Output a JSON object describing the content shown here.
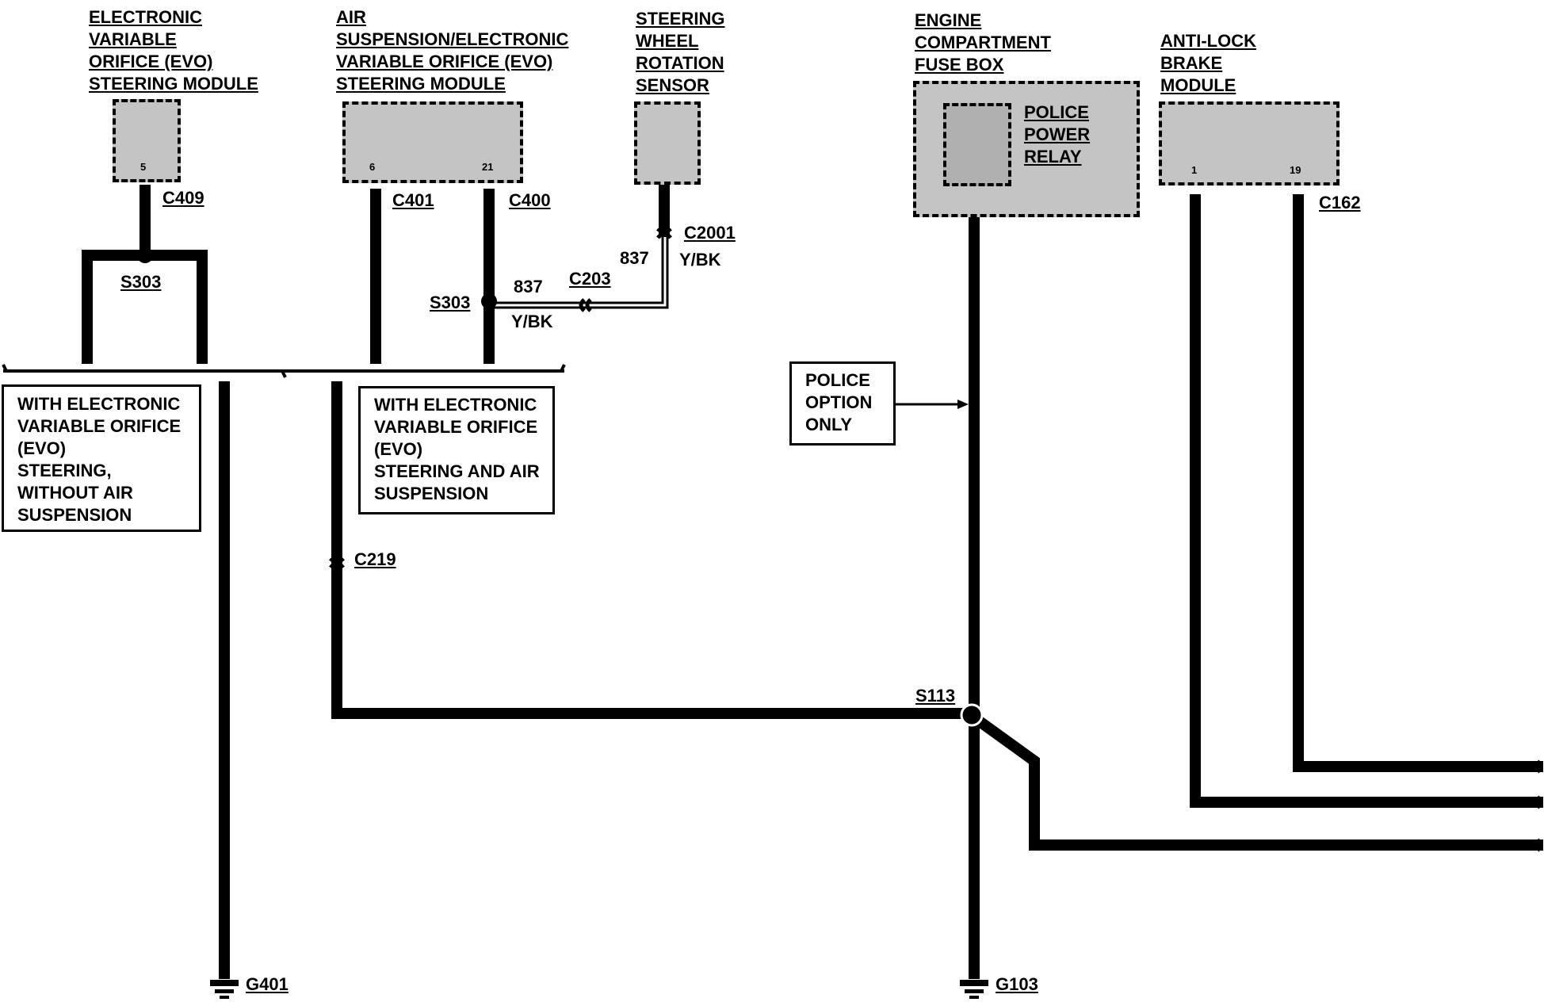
{
  "components": {
    "evo_module": {
      "name": [
        "ELECTRONIC",
        "VARIABLE",
        "ORIFICE (EVO)",
        "STEERING MODULE"
      ],
      "pin": "5",
      "connector": "C409"
    },
    "air_susp_module": {
      "name": [
        "AIR",
        "SUSPENSION/ELECTRONIC",
        "VARIABLE ORIFICE (EVO)",
        "STEERING MODULE"
      ],
      "pins": [
        "6",
        "21"
      ],
      "connectors": [
        "C401",
        "C400"
      ]
    },
    "steering_sensor": {
      "name": [
        "STEERING",
        "WHEEL",
        "ROTATION",
        "SENSOR"
      ],
      "connector": "C2001"
    },
    "fuse_box": {
      "name": [
        "ENGINE",
        "COMPARTMENT",
        "FUSE BOX"
      ],
      "relay": [
        "POLICE",
        "POWER",
        "RELAY"
      ]
    },
    "abs_module": {
      "name": [
        "ANTI-LOCK",
        "BRAKE",
        "MODULE"
      ],
      "pins": [
        "1",
        "19"
      ],
      "connector": "C162"
    }
  },
  "splices": {
    "s303_top": "S303",
    "s303_mid": "S303",
    "s113": "S113"
  },
  "connectors": {
    "c203": "C203",
    "c219": "C219"
  },
  "wires": {
    "sensor_circuit": "837",
    "sensor_color": "Y/BK",
    "s303_circuit": "837",
    "s303_color": "Y/BK"
  },
  "notes": {
    "evo_without_air": "WITH  ELECTRONIC\nVARIABLE ORIFICE\n(EVO)\nSTEERING,\nWITHOUT AIR\nSUSPENSION",
    "evo_with_air": "WITH ELECTRONIC\nVARIABLE ORIFICE\n(EVO)\nSTEERING AND AIR\nSUSPENSION",
    "police": "POLICE\nOPTION\nONLY"
  },
  "grounds": {
    "g401": "G401",
    "g103": "G103"
  }
}
